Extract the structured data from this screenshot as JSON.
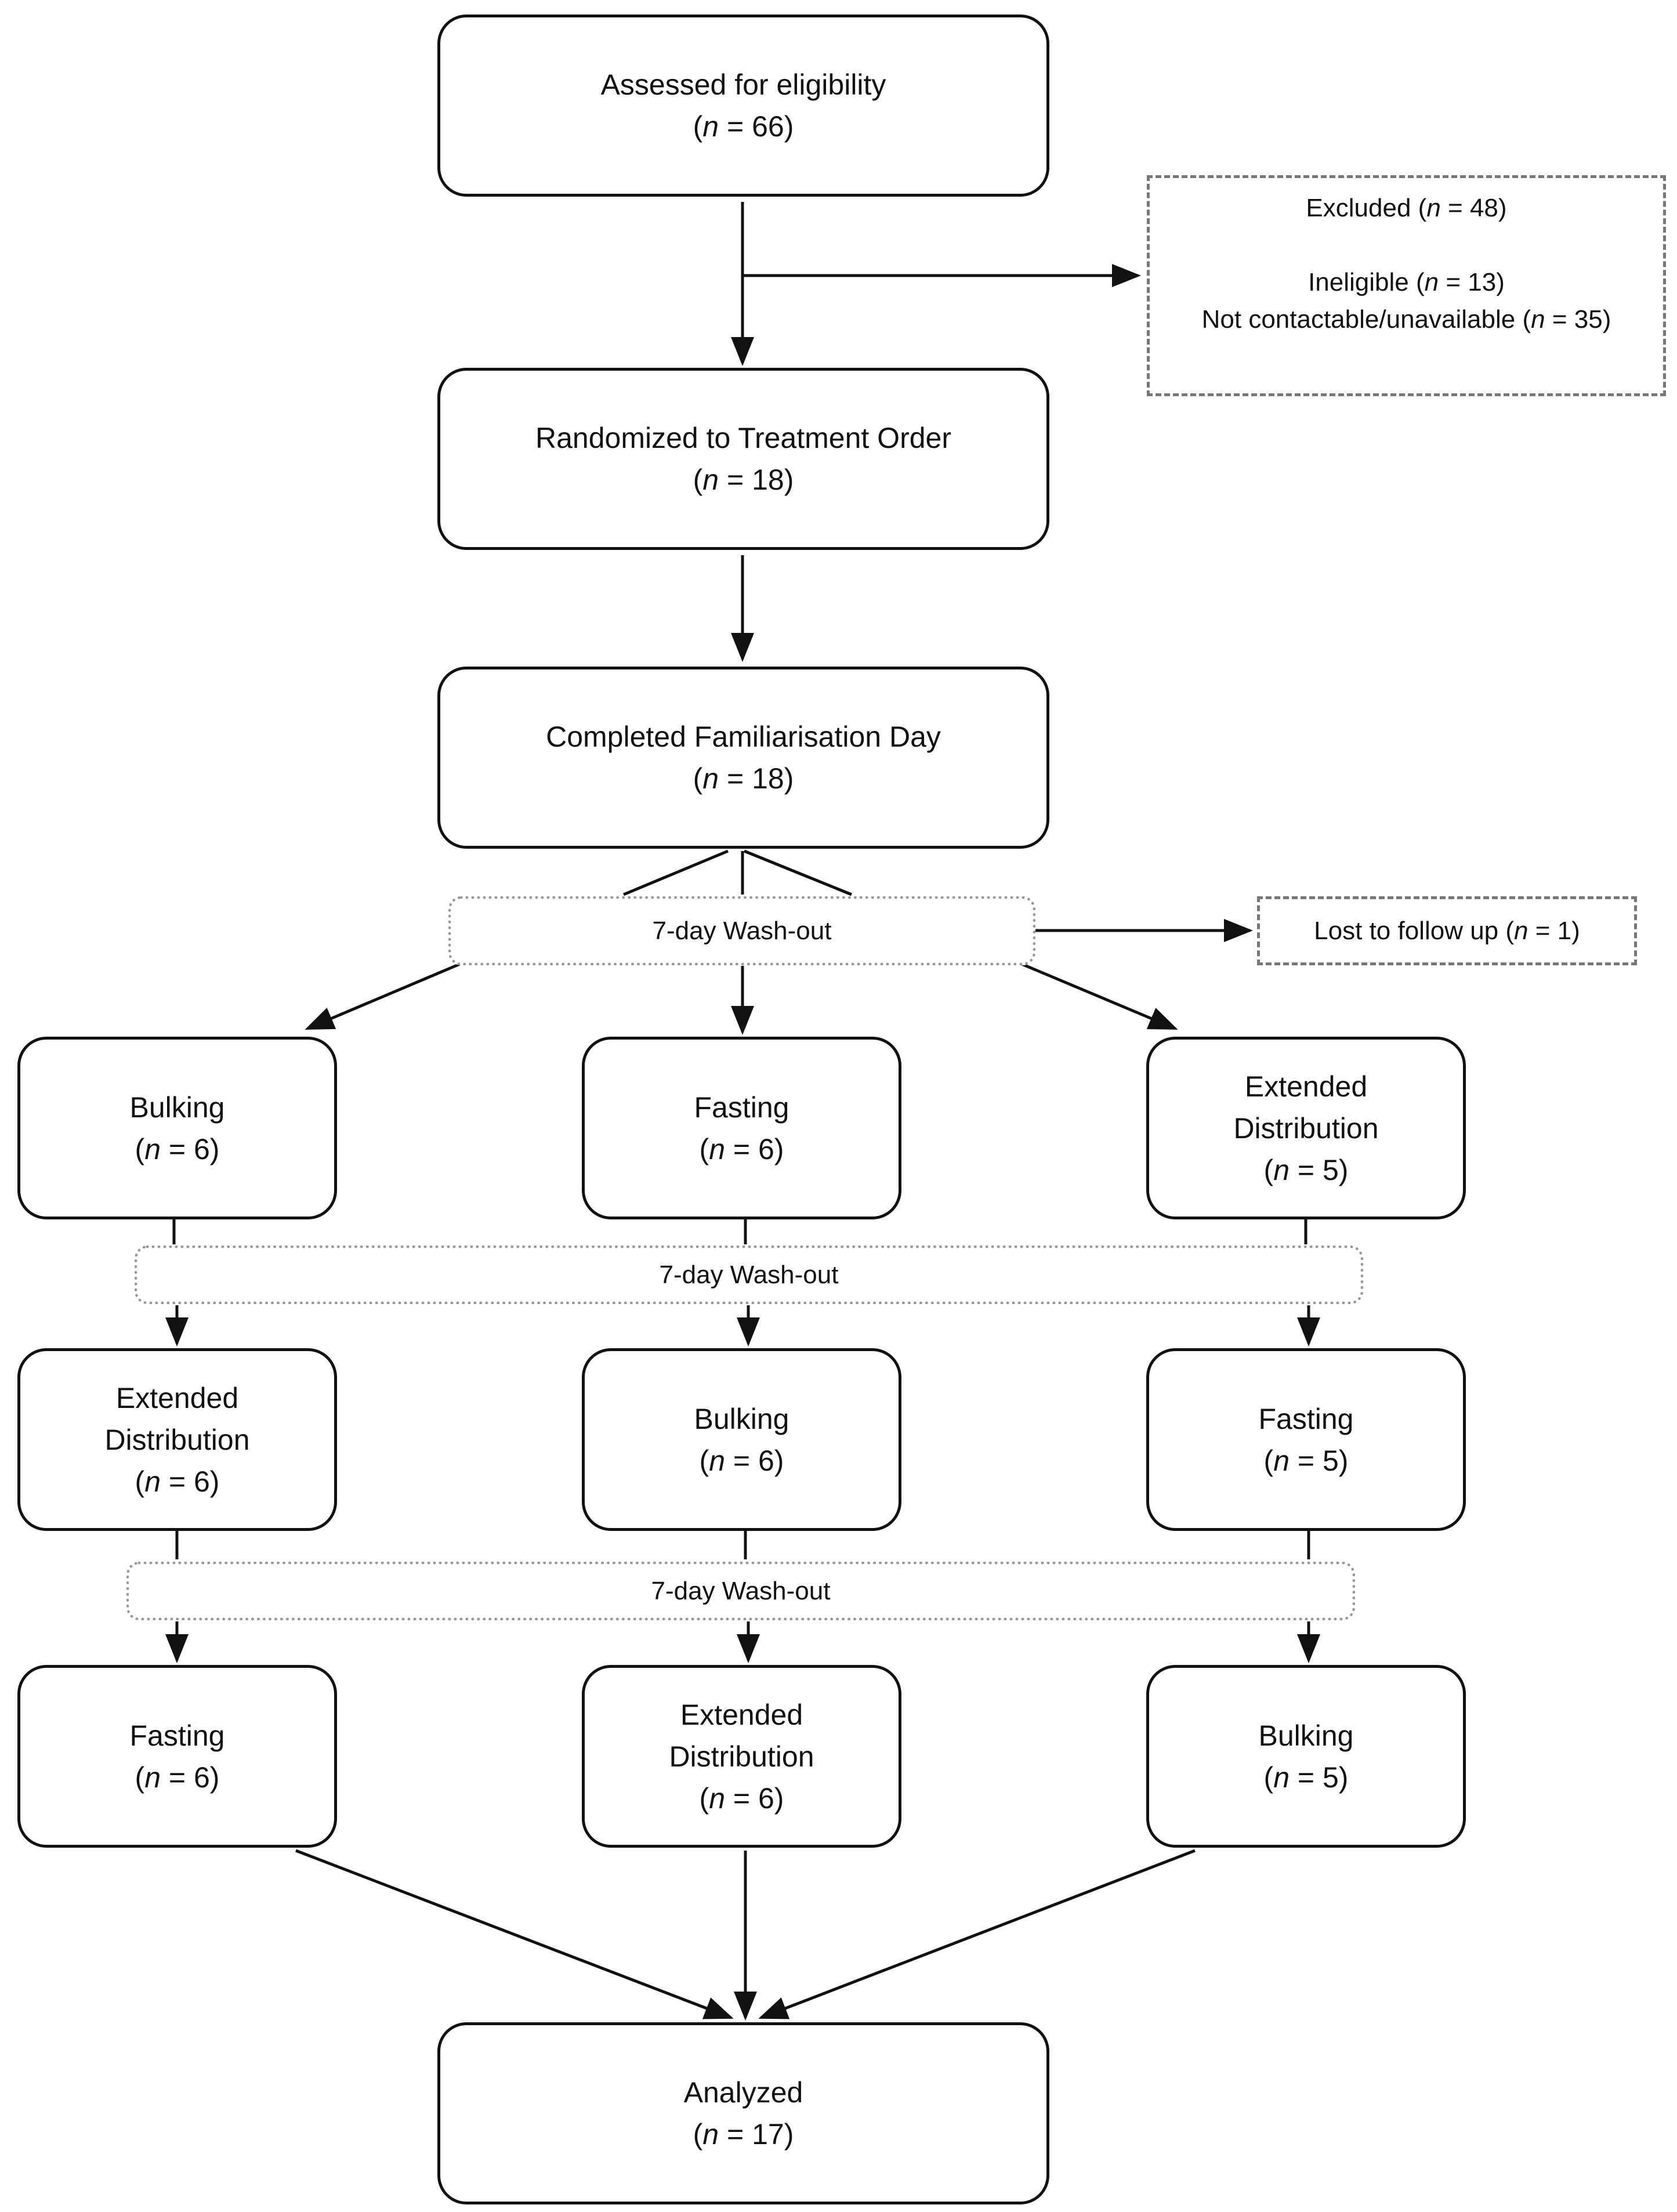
{
  "flowchart": {
    "assessed": {
      "label": "Assessed for eligibility",
      "n": "66"
    },
    "excluded": {
      "title": "Excluded",
      "title_n": "48",
      "lines": [
        {
          "label": "Ineligible",
          "n": "13"
        },
        {
          "label": "Not contactable/unavailable",
          "n": "35"
        }
      ]
    },
    "randomized": {
      "label": "Randomized to Treatment Order",
      "n": "18"
    },
    "familiarisation": {
      "label": "Completed Familiarisation Day",
      "n": "18"
    },
    "washout_label": "7-day Wash-out",
    "lost": {
      "label": "Lost to follow up",
      "n": "1"
    },
    "period1": [
      {
        "lines": [
          "Bulking"
        ],
        "n": "6"
      },
      {
        "lines": [
          "Fasting"
        ],
        "n": "6"
      },
      {
        "lines": [
          "Extended",
          "Distribution"
        ],
        "n": "5"
      }
    ],
    "period2": [
      {
        "lines": [
          "Extended",
          "Distribution"
        ],
        "n": "6"
      },
      {
        "lines": [
          "Bulking"
        ],
        "n": "6"
      },
      {
        "lines": [
          "Fasting"
        ],
        "n": "5"
      }
    ],
    "period3": [
      {
        "lines": [
          "Fasting"
        ],
        "n": "6"
      },
      {
        "lines": [
          "Extended",
          "Distribution"
        ],
        "n": "6"
      },
      {
        "lines": [
          "Bulking"
        ],
        "n": "5"
      }
    ],
    "analyzed": {
      "label": "Analyzed",
      "n": "17"
    },
    "n_symbol": "n"
  }
}
